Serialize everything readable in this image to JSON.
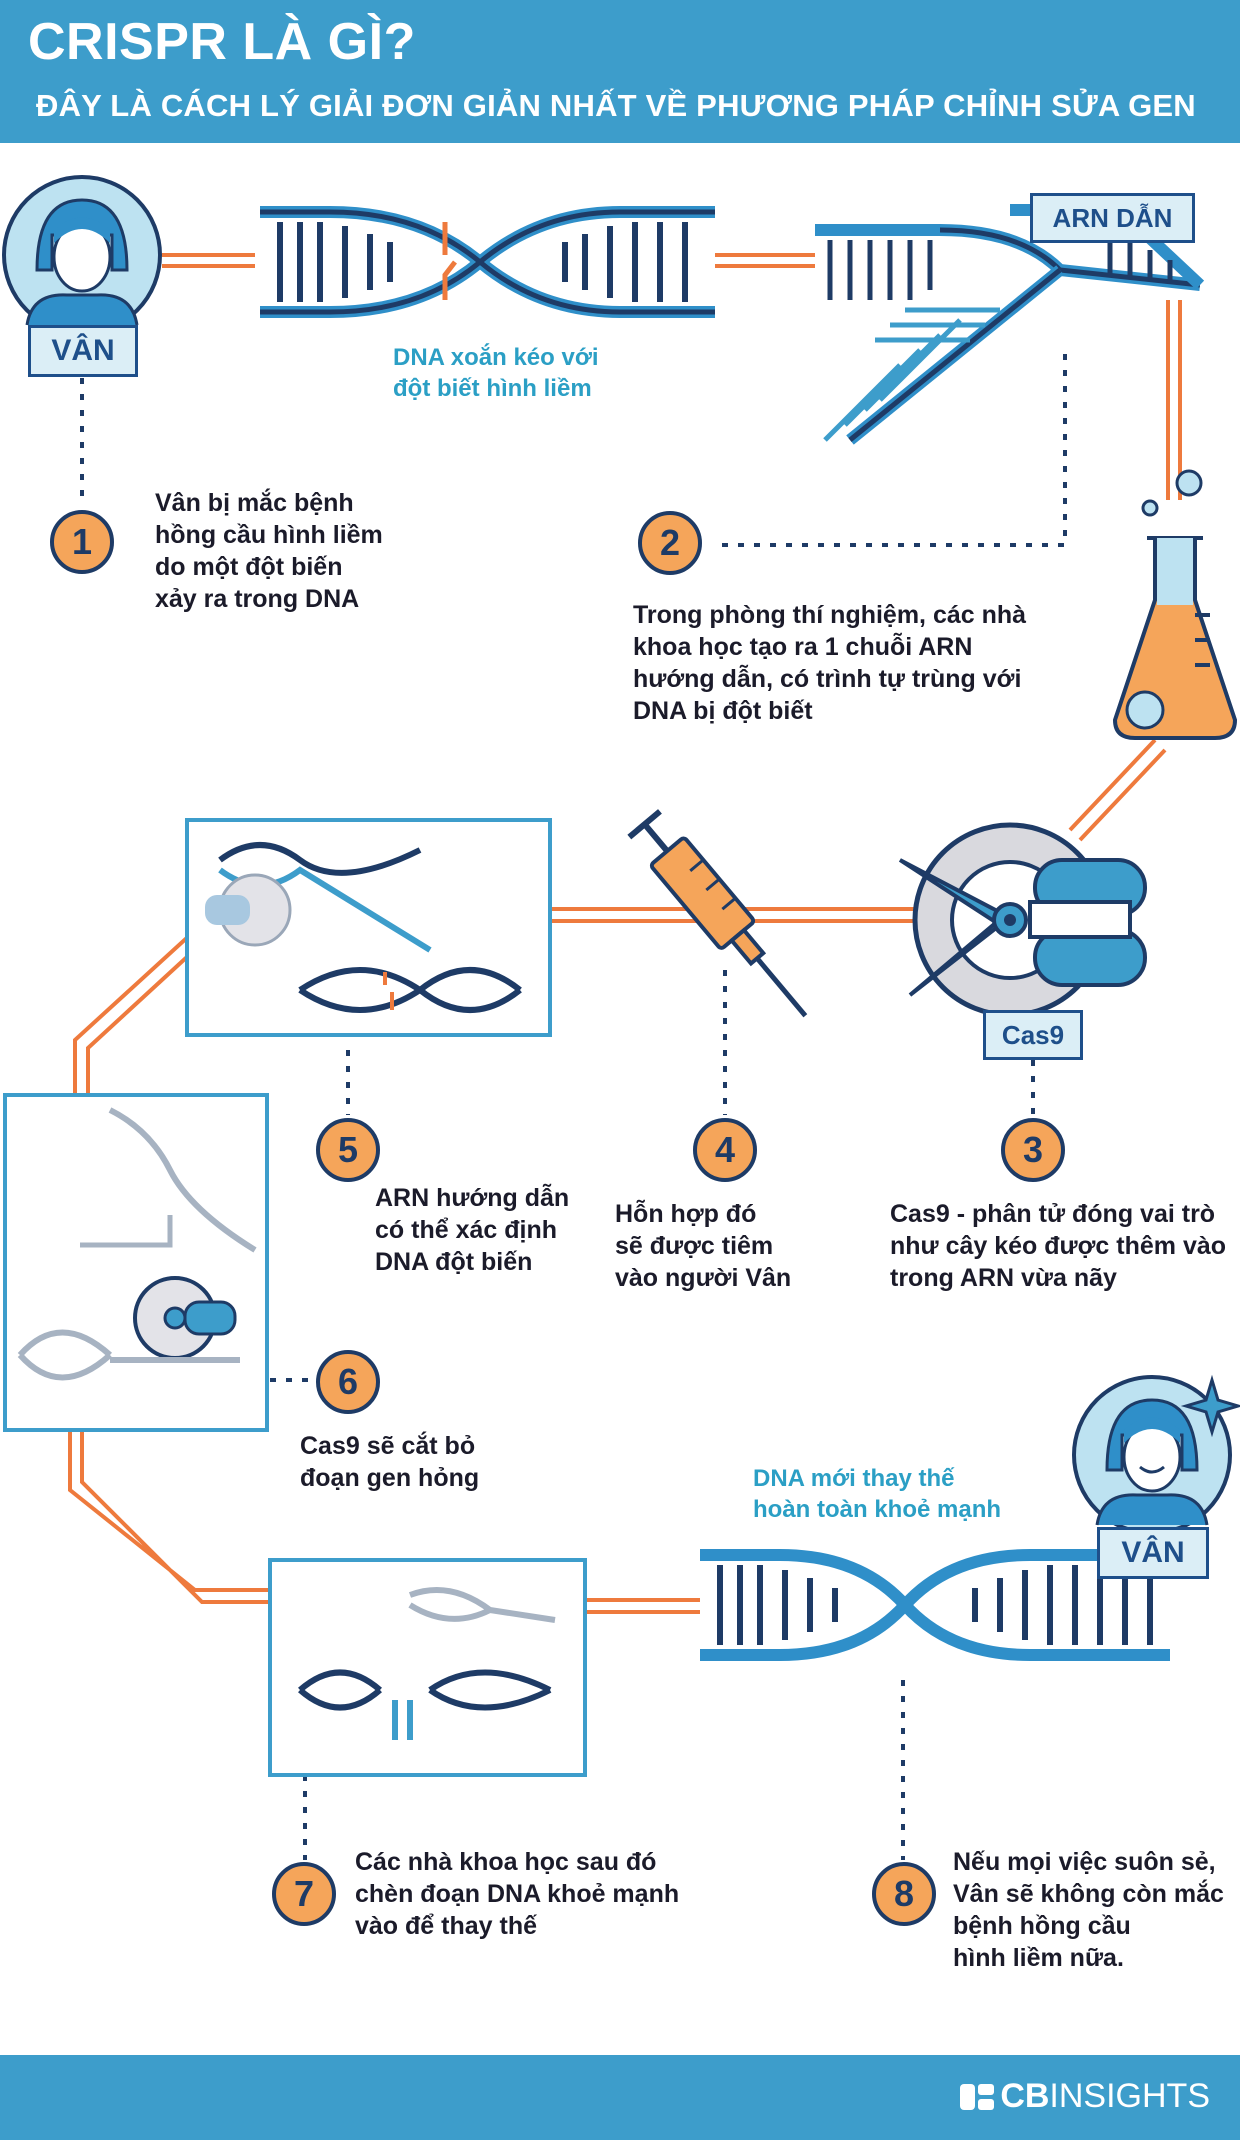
{
  "header": {
    "title": "CRISPR LÀ GÌ?",
    "subtitle": "ĐÂY LÀ CÁCH LÝ GIẢI ĐƠN GIẢN NHẤT VỀ PHƯƠNG PHÁP CHỈNH SỬA GEN"
  },
  "labels": {
    "person_top": "VÂN",
    "person_bottom": "VÂN",
    "guide_rna": "ARN DẪN",
    "cas9": "Cas9"
  },
  "captions": {
    "sickle_dna": "DNA xoắn kéo với\nđột biết hình liềm",
    "healthy_dna": "DNA mới thay thế\nhoàn toàn khoẻ mạnh"
  },
  "steps": [
    {
      "num": "1",
      "text": "Vân bị mắc bệnh\nhồng cầu hình liềm\ndo một đột biến\nxảy ra trong DNA"
    },
    {
      "num": "2",
      "text": "Trong phòng thí nghiệm, các nhà\nkhoa học tạo ra 1 chuỗi ARN\nhướng dẫn, có trình tự trùng với\nDNA bị đột biết"
    },
    {
      "num": "3",
      "text": "Cas9 - phân tử đóng vai trò\nnhư cây kéo được thêm vào\ntrong ARN vừa nãy"
    },
    {
      "num": "4",
      "text": "Hỗn hợp đó\nsẽ được tiêm\nvào người Vân"
    },
    {
      "num": "5",
      "text": "ARN hướng dẫn\ncó thể xác định\nDNA đột biến"
    },
    {
      "num": "6",
      "text": "Cas9 sẽ cắt bỏ\nđoạn gen hỏng"
    },
    {
      "num": "7",
      "text": "Các nhà khoa học sau đó\nchèn đoạn DNA khoẻ mạnh\nvào để thay thế"
    },
    {
      "num": "8",
      "text": "Nếu mọi việc suôn sẻ,\nVân sẽ không còn mắc\nbệnh hồng cầu\nhình liềm nữa."
    }
  ],
  "footer": {
    "brand_bold": "CB",
    "brand_rest": "INSIGHTS"
  },
  "colors": {
    "blue": "#3d9dcb",
    "navy": "#1e3b66",
    "orange": "#f5a55a",
    "line": "#ee7a3d"
  }
}
